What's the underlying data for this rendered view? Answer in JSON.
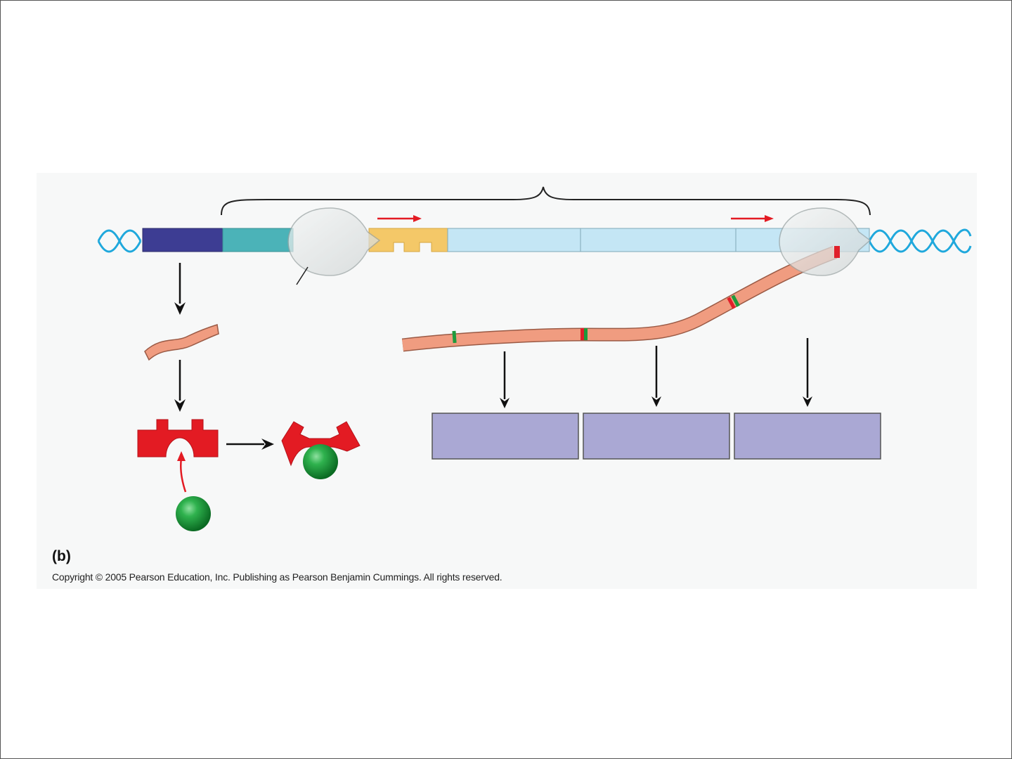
{
  "panel_label": "(b)",
  "copyright": "Copyright © 2005 Pearson Education, Inc. Publishing as Pearson Benjamin Cummings. All rights reserved.",
  "colors": {
    "background": "#ffffff",
    "panel_background": "#f7f8f8",
    "dna_helix": "#1fa8dc",
    "regulatory_gene": "#3d3d93",
    "promoter": "#4bb3b8",
    "operator": "#f4c868",
    "structural_genes": "#c4e6f5",
    "rna_polymerase": "#e3e6e6",
    "mrna": "#f09c80",
    "start_codon": "#1e9a3c",
    "stop_codon": "#e0202a",
    "repressor": "#e31b23",
    "inducer": "#1a9a3a",
    "proteins": "#aaa8d4",
    "arrows": "#111111",
    "transcription_direction": "#e31b23"
  },
  "icons": {
    "rna_polymerase": "teardrop-shape",
    "inducer": "green-sphere",
    "repressor": "red-block-protein"
  }
}
